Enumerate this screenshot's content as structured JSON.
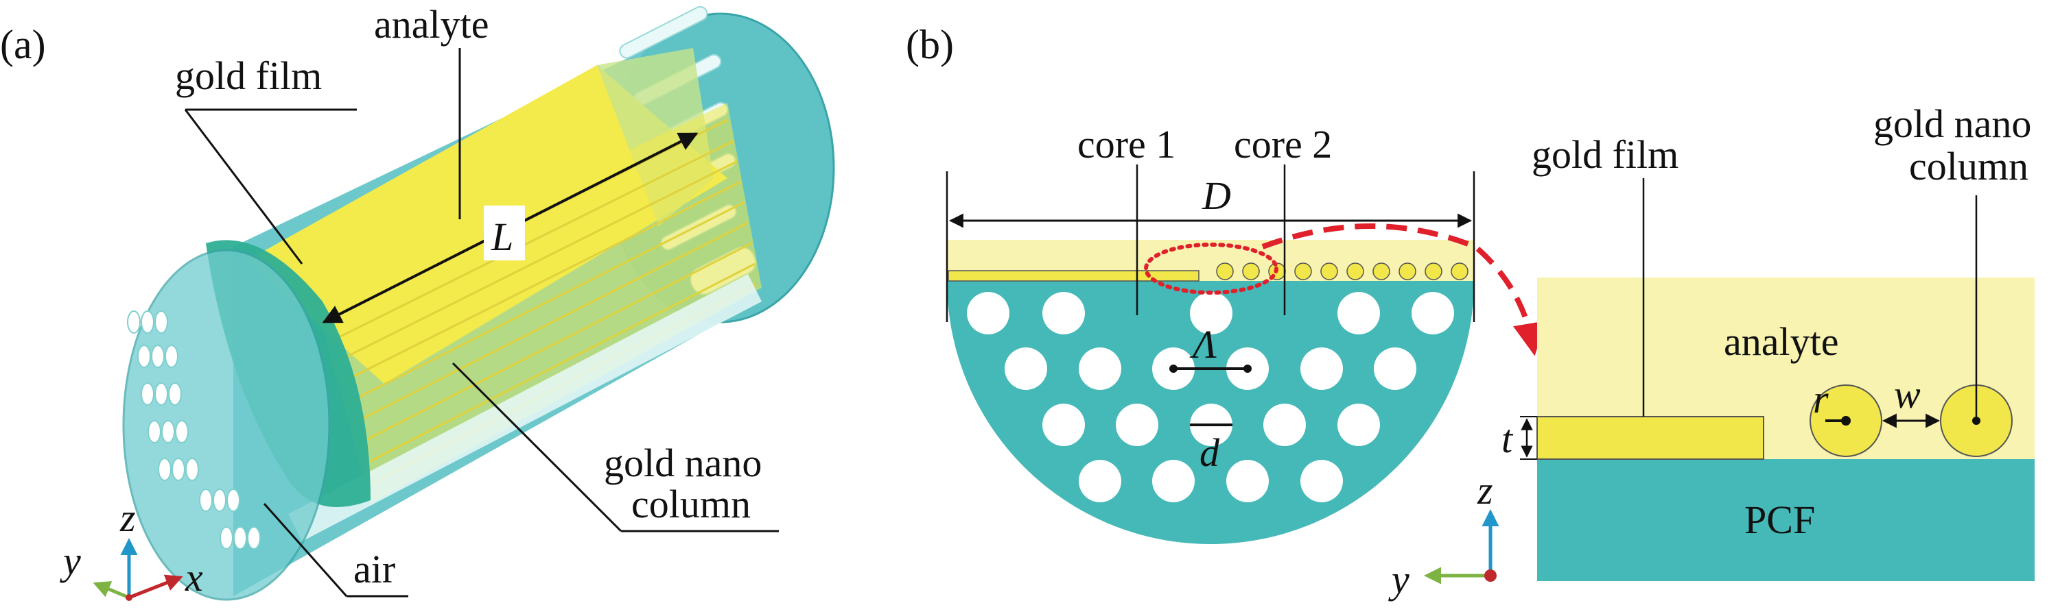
{
  "panel_a": {
    "label": "(a)",
    "gold_film": "gold film",
    "analyte": "analyte",
    "length_symbol": "L",
    "gold_nano_line1": "gold nano",
    "gold_nano_line2": "column",
    "air": "air",
    "axes": {
      "x": "x",
      "y": "y",
      "z": "z"
    }
  },
  "panel_b": {
    "label": "(b)",
    "core1": "core 1",
    "core2": "core 2",
    "diameter_symbol": "D",
    "pitch_symbol": "Λ",
    "hole_symbol": "d",
    "axes": {
      "y": "y",
      "z": "z"
    }
  },
  "panel_b_zoom": {
    "gold_film": "gold film",
    "gold_nano_line1": "gold nano",
    "gold_nano_line2": "column",
    "analyte": "analyte",
    "pcf": "PCF",
    "thickness_symbol": "t",
    "radius_symbol": "r",
    "gap_symbol": "w"
  },
  "colors": {
    "teal": "#45b8b8",
    "teal_light": "#8fd6d6",
    "gold": "#f2e74a",
    "analyte_light": "#f8f3b0",
    "red_dash": "#e0202a",
    "axis_x": "#c0282c",
    "axis_y": "#7cb342",
    "axis_z": "#2196c8"
  }
}
